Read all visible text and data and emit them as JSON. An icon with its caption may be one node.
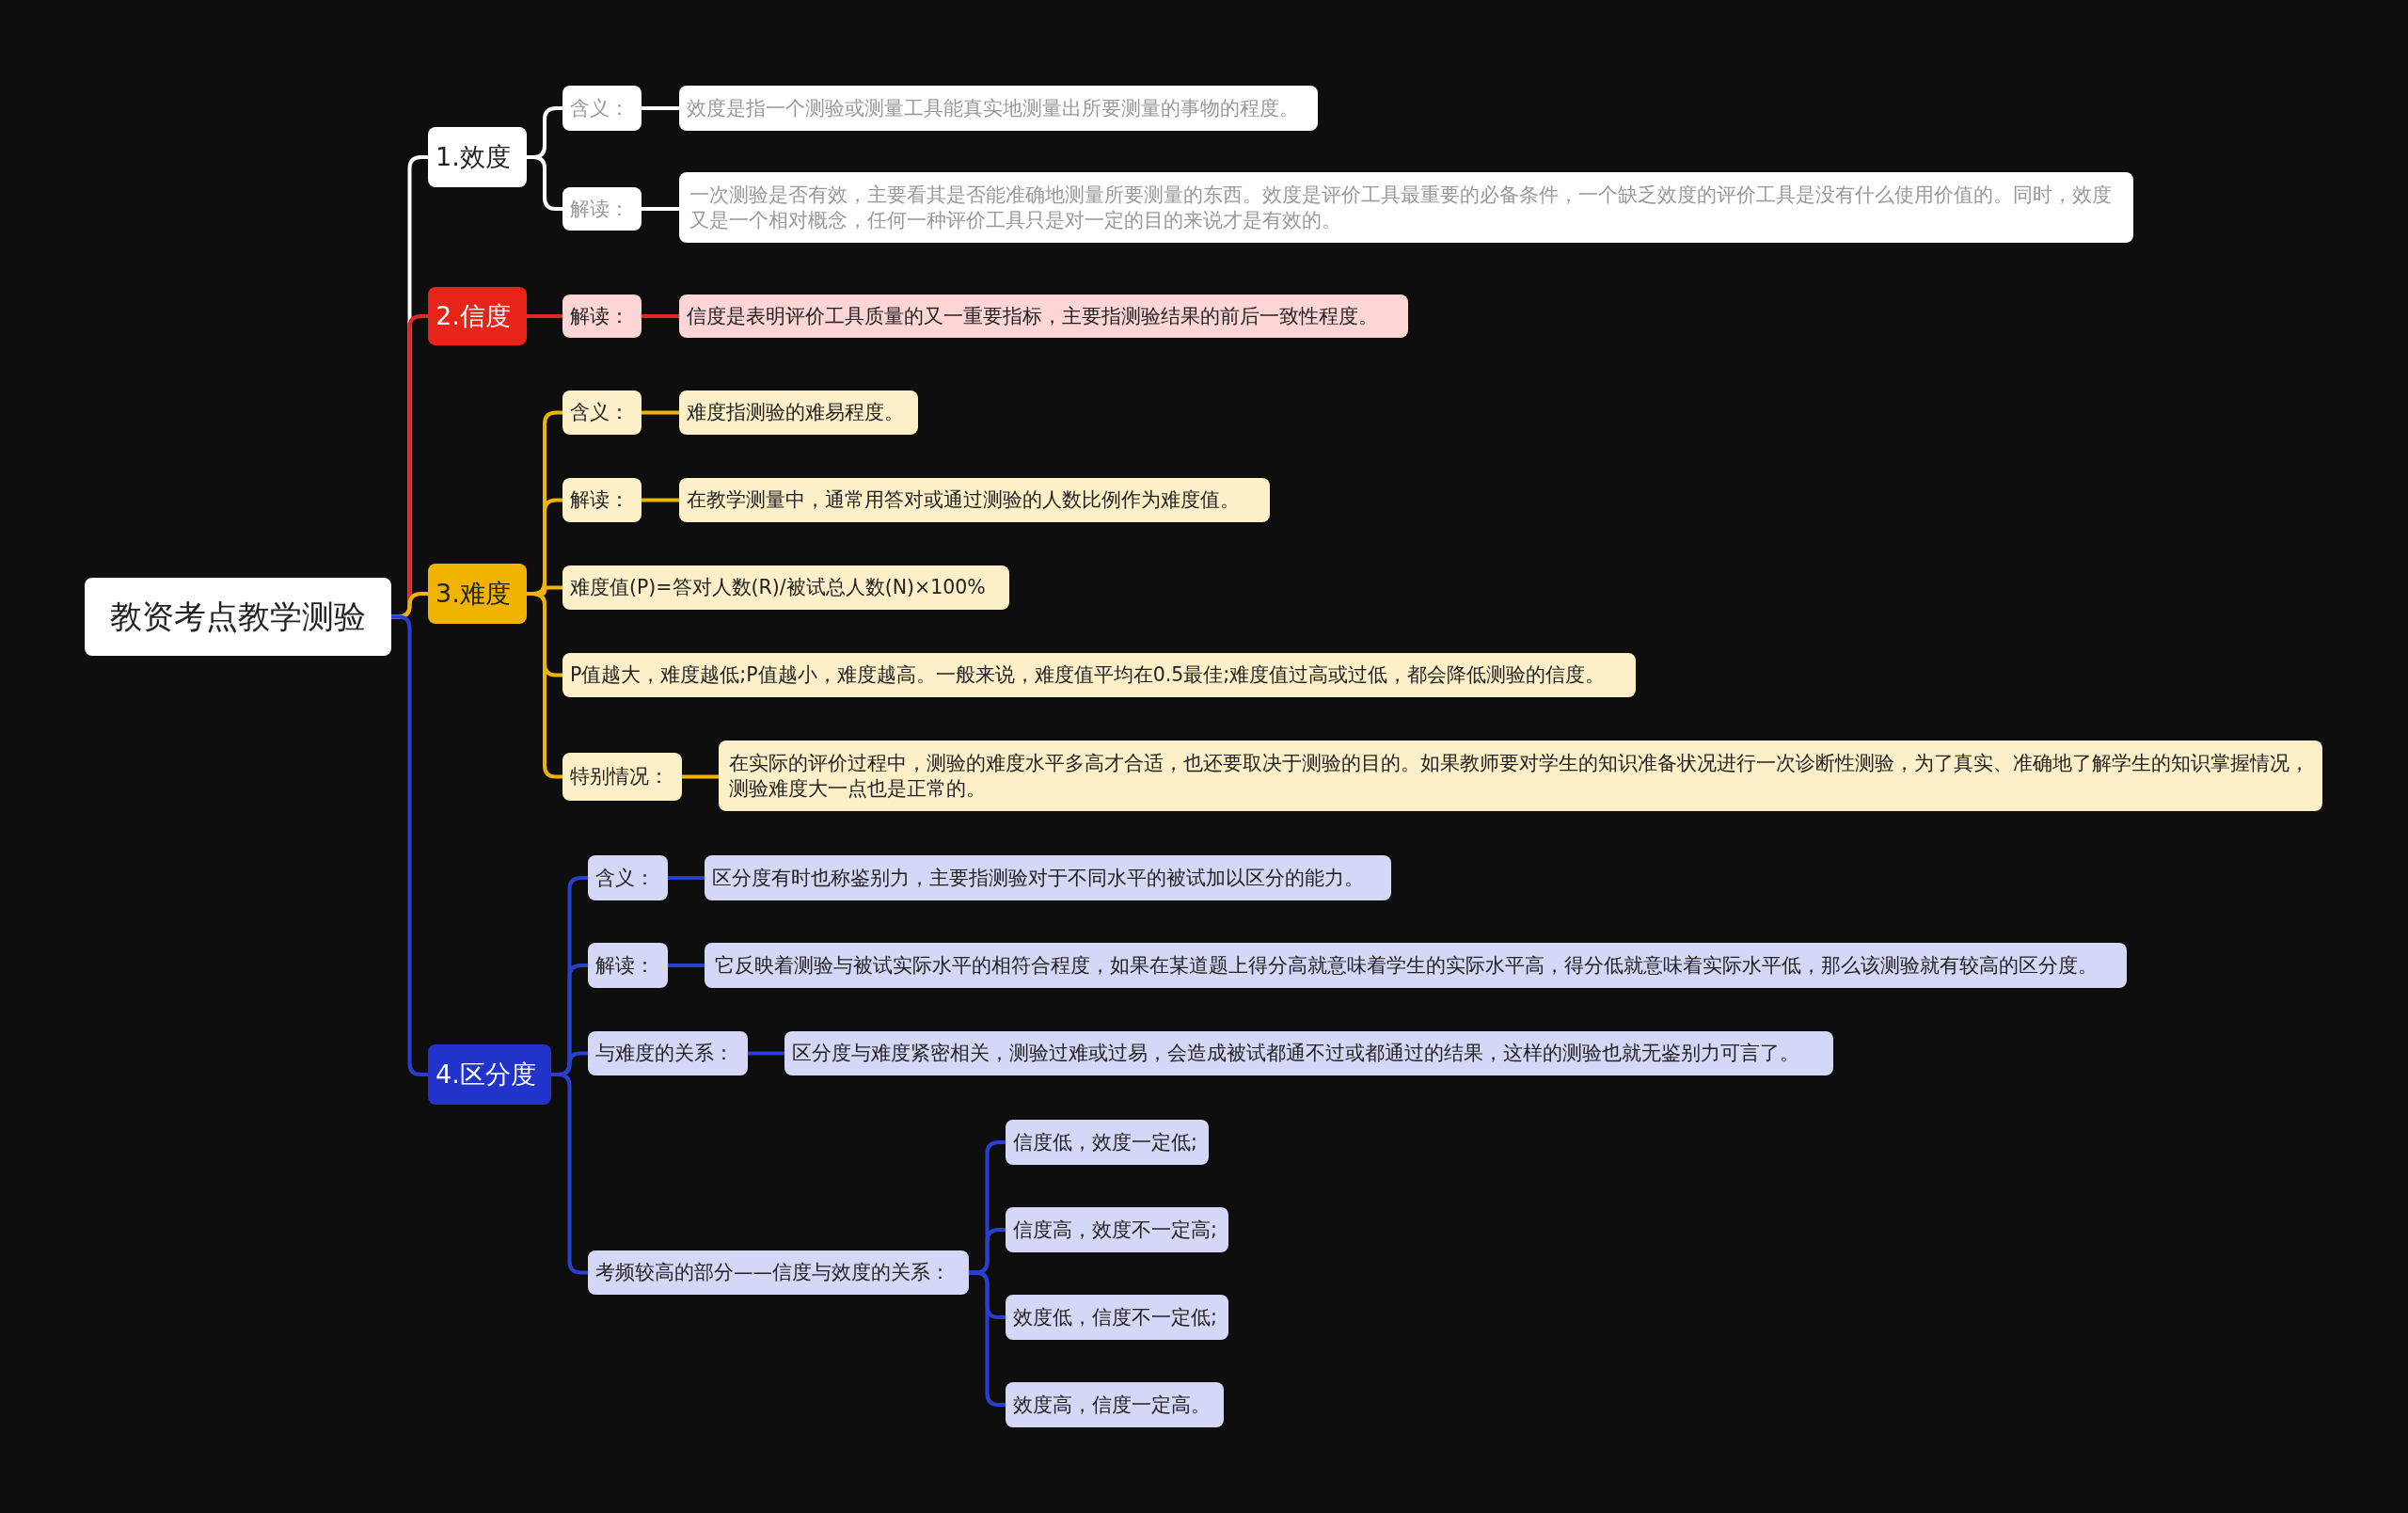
{
  "diagram": {
    "nodes": [
      {
        "text": [
          "教资考点教学测验"
        ]
      },
      {
        "text": [
          "1.效度"
        ]
      },
      {
        "text": [
          "含义："
        ]
      },
      {
        "text": [
          "效度是指一个测验或测量工具能真实地测量出所要测量的事物的程度。"
        ]
      },
      {
        "text": [
          "解读："
        ]
      },
      {
        "text": [
          "一次测验是否有效，主要看其是否能准确地测量所要测量的东西。效度是评价工具最重要的必备条件，一个缺乏效度的评价工具是没有什么使用价值的。同时，效度又是一个相对概念，任何一种评价工具只是对一定的目的来说才是有效的。"
        ]
      },
      {
        "text": [
          "2.信度"
        ]
      },
      {
        "text": [
          "解读："
        ]
      },
      {
        "text": [
          "信度是表明评价工具质量的又一重要指标，主要指测验结果的前后一致性程度。"
        ]
      },
      {
        "text": [
          "3.难度"
        ]
      },
      {
        "text": [
          "含义："
        ]
      },
      {
        "text": [
          "难度指测验的难易程度。"
        ]
      },
      {
        "text": [
          "解读："
        ]
      },
      {
        "text": [
          "在教学测量中，通常用答对或通过测验的人数比例作为难度值。"
        ]
      },
      {
        "text": [
          "难度值(P)=答对人数(R)/被试总人数(N)×100%"
        ]
      },
      {
        "text": [
          "P值越大，难度越低;P值越小，难度越高。一般来说，难度值平均在0.5最佳;难度值过高或过低，都会降低测验的信度。"
        ]
      },
      {
        "text": [
          "特别情况："
        ]
      },
      {
        "text": [
          "在实际的评价过程中，测验的难度水平多高才合适，也还要取决于测验的目的。如果教师要对学生的知识准备状况进行一次诊断性测验，为了真实、准确地了解学生的知识掌握情况，测验难度大一点也是正常的。"
        ]
      },
      {
        "text": [
          "4.区分度"
        ]
      },
      {
        "text": [
          "含义："
        ]
      },
      {
        "text": [
          "区分度有时也称鉴别力，主要指测验对于不同水平的被试加以区分的能力。"
        ]
      },
      {
        "text": [
          "解读："
        ]
      },
      {
        "text": [
          "它反映着测验与被试实际水平的相符合程度，如果在某道题上得分高就意味着学生的实际水平高，得分低就意味着实际水平低，那么该测验就有较高的区分度。"
        ]
      },
      {
        "text": [
          "与难度的关系："
        ]
      },
      {
        "text": [
          "区分度与难度紧密相关，测验过难或过易，会造成被试都通不过或都通过的结果，这样的测验也就无鉴别力可言了。"
        ]
      },
      {
        "text": [
          "考频较高的部分——信度与效度的关系："
        ]
      },
      {
        "text": [
          "信度低，效度一定低;"
        ]
      },
      {
        "text": [
          "信度高，效度不一定高;"
        ]
      },
      {
        "text": [
          "效度低，信度不一定低;"
        ]
      },
      {
        "text": [
          "效度高，信度一定高。"
        ]
      }
    ],
    "edges": [
      {
        "from": 0,
        "to": 1,
        "arrow": "none",
        "color": "#ffffff"
      },
      {
        "from": 1,
        "to": 2,
        "arrow": "none",
        "color": "#ffffff"
      },
      {
        "from": 2,
        "to": 3,
        "arrow": "none",
        "color": "#ffffff"
      },
      {
        "from": 1,
        "to": 4,
        "arrow": "none",
        "color": "#ffffff"
      },
      {
        "from": 4,
        "to": 5,
        "arrow": "none",
        "color": "#ffffff"
      },
      {
        "from": 0,
        "to": 6,
        "arrow": "none",
        "color": "#e0281e"
      },
      {
        "from": 6,
        "to": 7,
        "arrow": "none",
        "color": "#e0281e"
      },
      {
        "from": 7,
        "to": 8,
        "arrow": "none",
        "color": "#e0281e"
      },
      {
        "from": 0,
        "to": 9,
        "arrow": "none",
        "color": "#f0b400"
      },
      {
        "from": 9,
        "to": 10,
        "arrow": "none",
        "color": "#f0b400"
      },
      {
        "from": 10,
        "to": 11,
        "arrow": "none",
        "color": "#f0b400"
      },
      {
        "from": 9,
        "to": 12,
        "arrow": "none",
        "color": "#f0b400"
      },
      {
        "from": 12,
        "to": 13,
        "arrow": "none",
        "color": "#f0b400"
      },
      {
        "from": 9,
        "to": 14,
        "arrow": "none",
        "color": "#f0b400"
      },
      {
        "from": 9,
        "to": 15,
        "arrow": "none",
        "color": "#f0b400"
      },
      {
        "from": 9,
        "to": 16,
        "arrow": "none",
        "color": "#f0b400"
      },
      {
        "from": 16,
        "to": 17,
        "arrow": "none",
        "color": "#f0b400"
      },
      {
        "from": 0,
        "to": 18,
        "arrow": "none"
      },
      {
        "from": 18,
        "to": 19,
        "arrow": "none"
      },
      {
        "from": 19,
        "to": 20,
        "arrow": "none"
      },
      {
        "from": 18,
        "to": 21,
        "arrow": "none"
      },
      {
        "from": 21,
        "to": 22,
        "arrow": "none"
      },
      {
        "from": 18,
        "to": 23,
        "arrow": "none"
      },
      {
        "from": 23,
        "to": 24,
        "arrow": "none"
      },
      {
        "from": 18,
        "to": 25,
        "arrow": "none"
      },
      {
        "from": 25,
        "to": 26,
        "arrow": "none"
      },
      {
        "from": 25,
        "to": 27,
        "arrow": "none"
      },
      {
        "from": 25,
        "to": 28,
        "arrow": "none"
      },
      {
        "from": 25,
        "to": 29,
        "arrow": "none"
      }
    ]
  }
}
